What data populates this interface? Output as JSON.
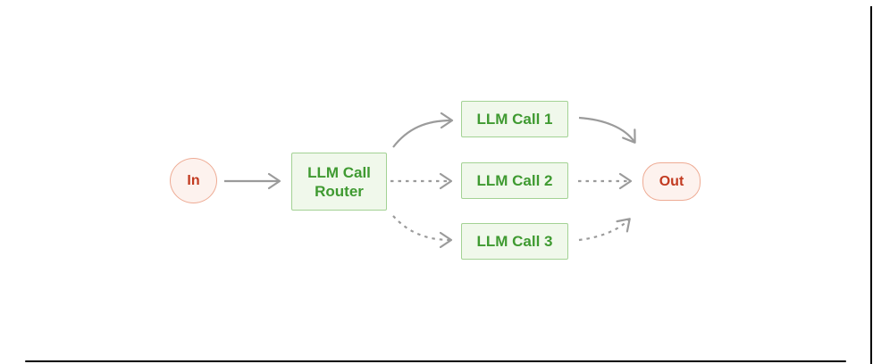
{
  "diagram": {
    "type": "flowchart",
    "direction": "left-to-right",
    "nodes": {
      "in": {
        "label": "In",
        "shape": "ellipse"
      },
      "router": {
        "label": "LLM Call Router",
        "shape": "rect"
      },
      "call1": {
        "label": "LLM Call 1",
        "shape": "rect"
      },
      "call2": {
        "label": "LLM Call 2",
        "shape": "rect"
      },
      "call3": {
        "label": "LLM Call 3",
        "shape": "rect"
      },
      "out": {
        "label": "Out",
        "shape": "pill"
      }
    },
    "edges": [
      {
        "from": "in",
        "to": "router",
        "style": "solid"
      },
      {
        "from": "router",
        "to": "call1",
        "style": "solid"
      },
      {
        "from": "router",
        "to": "call2",
        "style": "dashed"
      },
      {
        "from": "router",
        "to": "call3",
        "style": "dashed"
      },
      {
        "from": "call1",
        "to": "out",
        "style": "solid"
      },
      {
        "from": "call2",
        "to": "out",
        "style": "dashed"
      },
      {
        "from": "call3",
        "to": "out",
        "style": "dashed"
      }
    ],
    "colors": {
      "background": "#ffffff",
      "llm_box_fill": "#f0f8eb",
      "llm_box_border": "#a3d294",
      "llm_box_text": "#3f9a31",
      "io_fill": "#fdf2ee",
      "io_border": "#eeab94",
      "io_text": "#c23a20",
      "arrow": "#9b9b9b",
      "frame_border": "#000000"
    }
  }
}
